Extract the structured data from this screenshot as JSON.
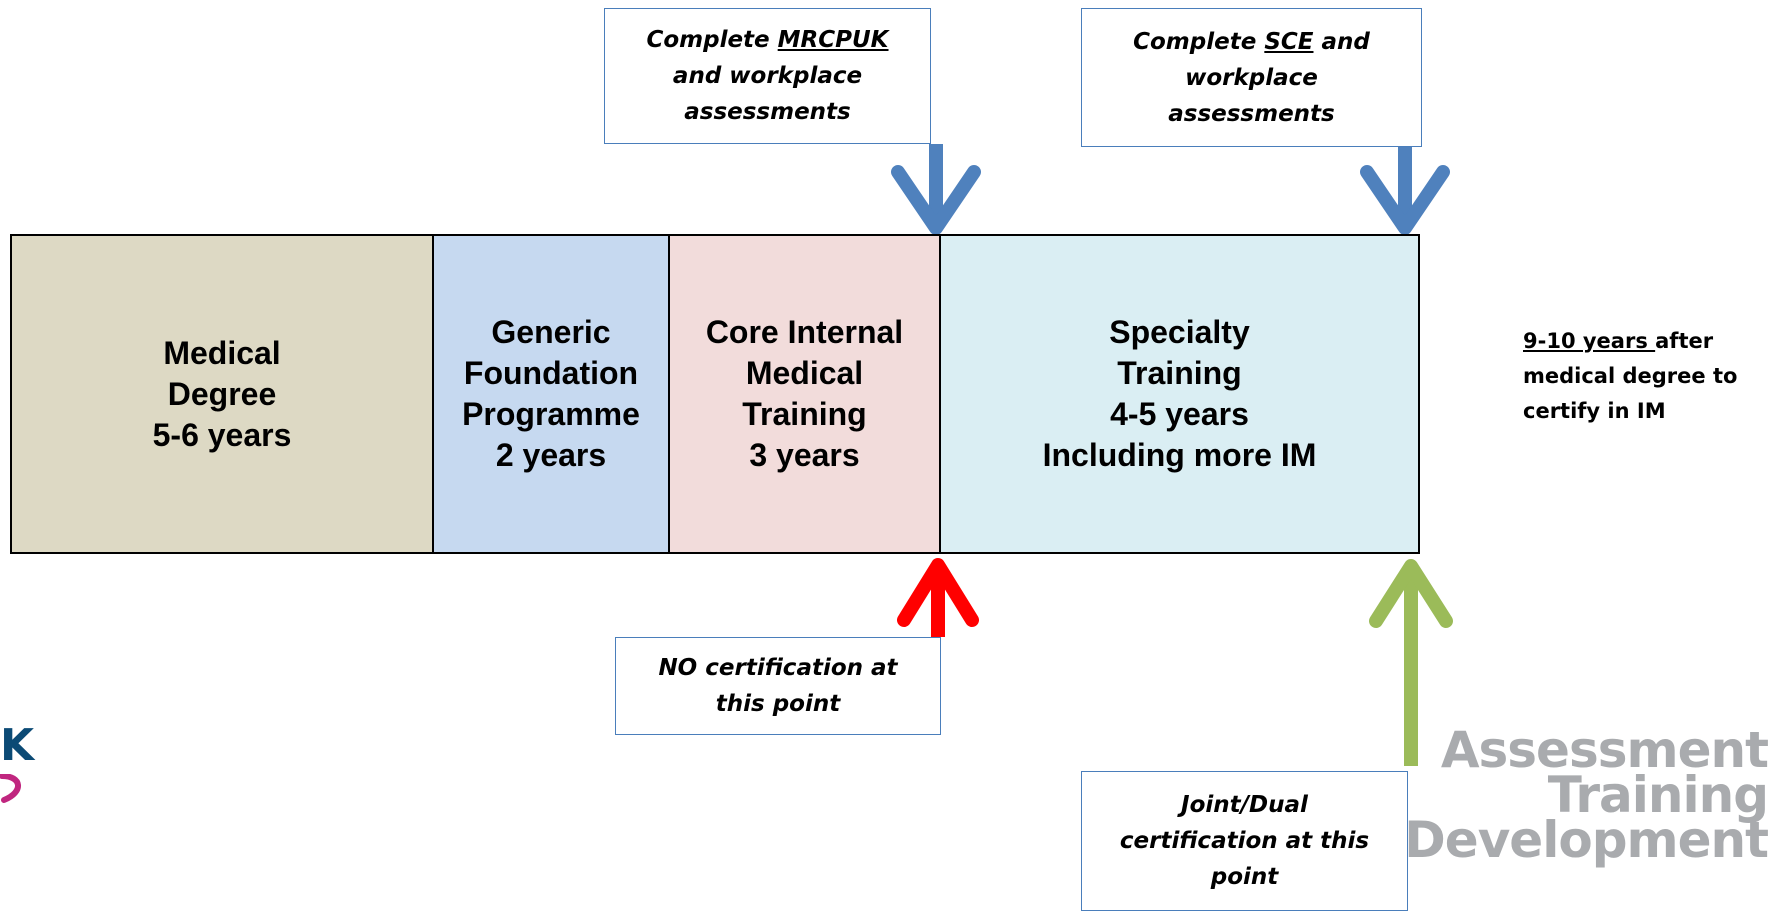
{
  "phases": [
    {
      "lines": [
        "Medical",
        "Degree",
        "5-6 years"
      ],
      "color": "#ddd9c4"
    },
    {
      "lines": [
        "Generic",
        "Foundation",
        "Programme",
        "2 years"
      ],
      "color": "#c6d9f0"
    },
    {
      "lines": [
        "Core Internal",
        "Medical",
        "Training",
        "3 years"
      ],
      "color": "#f2dcdb"
    },
    {
      "lines": [
        "Specialty",
        "Training",
        "4-5 years",
        "Including more IM"
      ],
      "color": "#daeef3"
    }
  ],
  "notes": {
    "mrcp": {
      "prefix": "Complete ",
      "underlined": "MRCPUK",
      "line2": "and workplace",
      "line3": "assessments"
    },
    "sce": {
      "prefix": "Complete ",
      "underlined": "SCE",
      "suffix": " and",
      "line2": "workplace",
      "line3": "assessments"
    },
    "no_cert": {
      "line1": "NO certification at",
      "line2": "this point"
    },
    "joint": {
      "line1": "Joint/Dual",
      "line2": "certification at this",
      "line3": "point"
    }
  },
  "side_note": {
    "underlined": "9-10 years ",
    "rest1": "after",
    "line2": "medical degree to",
    "line3": "certify in IM"
  },
  "logos": {
    "left_text": "K",
    "right_lines": [
      "Assessment",
      "Training",
      "Development"
    ]
  },
  "colors": {
    "arrow_blue": "#4f81bd",
    "arrow_red": "#ff0000",
    "arrow_green": "#9bbb59",
    "note_border": "#4a7ebb",
    "logo_blue": "#0b4a75",
    "logo_magenta": "#c0267f",
    "logo_grey": "#a9abae"
  },
  "icons": {
    "mrcp_arrow": "arrow-down-icon",
    "sce_arrow": "arrow-down-icon",
    "no_cert_arrow": "arrow-up-icon",
    "joint_arrow": "arrow-up-icon"
  }
}
